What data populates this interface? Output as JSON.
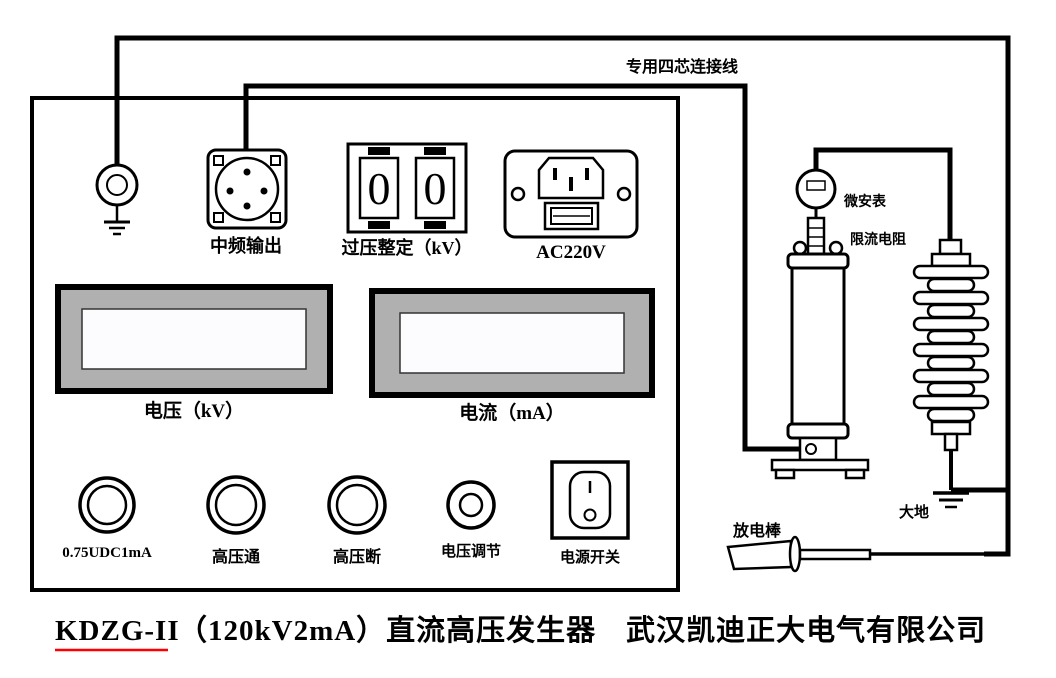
{
  "cable_label": "专用四芯连接线",
  "panel": {
    "mf_output_label": "中频输出",
    "overvoltage": {
      "label": "过压整定（kV）",
      "digits": [
        "0",
        "0"
      ]
    },
    "ac_label": "AC220V",
    "voltage_display_label": "电压（kV）",
    "current_display_label": "电流（mA）",
    "buttons": {
      "yellow_label": "0.75UDC1mA",
      "green_label": "高压通",
      "red_label": "高压断",
      "knob_label": "电压调节",
      "power_label": "电源开关"
    }
  },
  "equipment": {
    "microammeter_label": "微安表",
    "resistor_label": "限流电阻",
    "earth_label": "大地",
    "discharge_rod_label": "放电棒"
  },
  "caption": {
    "model": "KDZG-II",
    "rest": "（120kV2mA）直流高压发生器　武汉凯迪正大电气有限公司"
  },
  "colors": {
    "yellow_button": "#ffe100",
    "green_button": "#00ae4d",
    "red_button": "#ec1c24",
    "model_red": "#ff0000",
    "lavender": "#f3e8f3"
  }
}
